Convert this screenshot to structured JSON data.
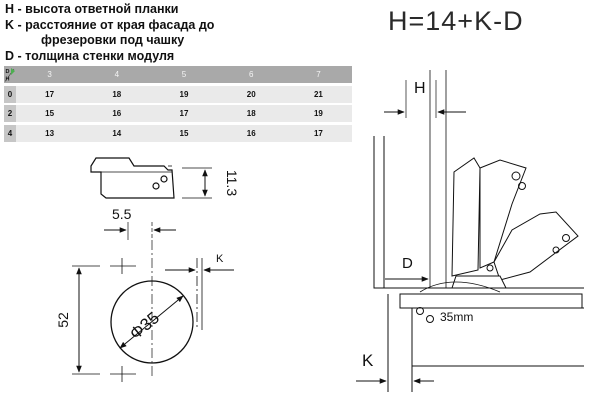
{
  "legend": {
    "h": "H - высота ответной планки",
    "k_line1": "K - расстояние от края фасада до",
    "k_line2": "фрезеровки под чашку",
    "d": "D - толщина стенки модуля"
  },
  "formula": "H=14+K-D",
  "table": {
    "corner_top": "D",
    "corner_bottom": "H",
    "columns": [
      "3",
      "4",
      "5",
      "6",
      "7"
    ],
    "rows": [
      {
        "d": "0",
        "values": [
          "17",
          "18",
          "19",
          "20",
          "21"
        ]
      },
      {
        "d": "2",
        "values": [
          "15",
          "16",
          "17",
          "18",
          "19"
        ]
      },
      {
        "d": "4",
        "values": [
          "13",
          "14",
          "15",
          "16",
          "17"
        ]
      }
    ]
  },
  "colors": {
    "table_header": "#a9a9a9",
    "table_row": "#eaeaea",
    "k_marker": "#4caf50"
  },
  "side_view": {
    "height_dim": "11.3"
  },
  "cup_view": {
    "offset_dim": "5.5",
    "height_dim": "52",
    "diameter": "Φ35",
    "k_label": "K"
  },
  "assembly_view": {
    "h_label": "H",
    "d_label": "D",
    "k_label": "K",
    "cup_label": "35mm"
  }
}
